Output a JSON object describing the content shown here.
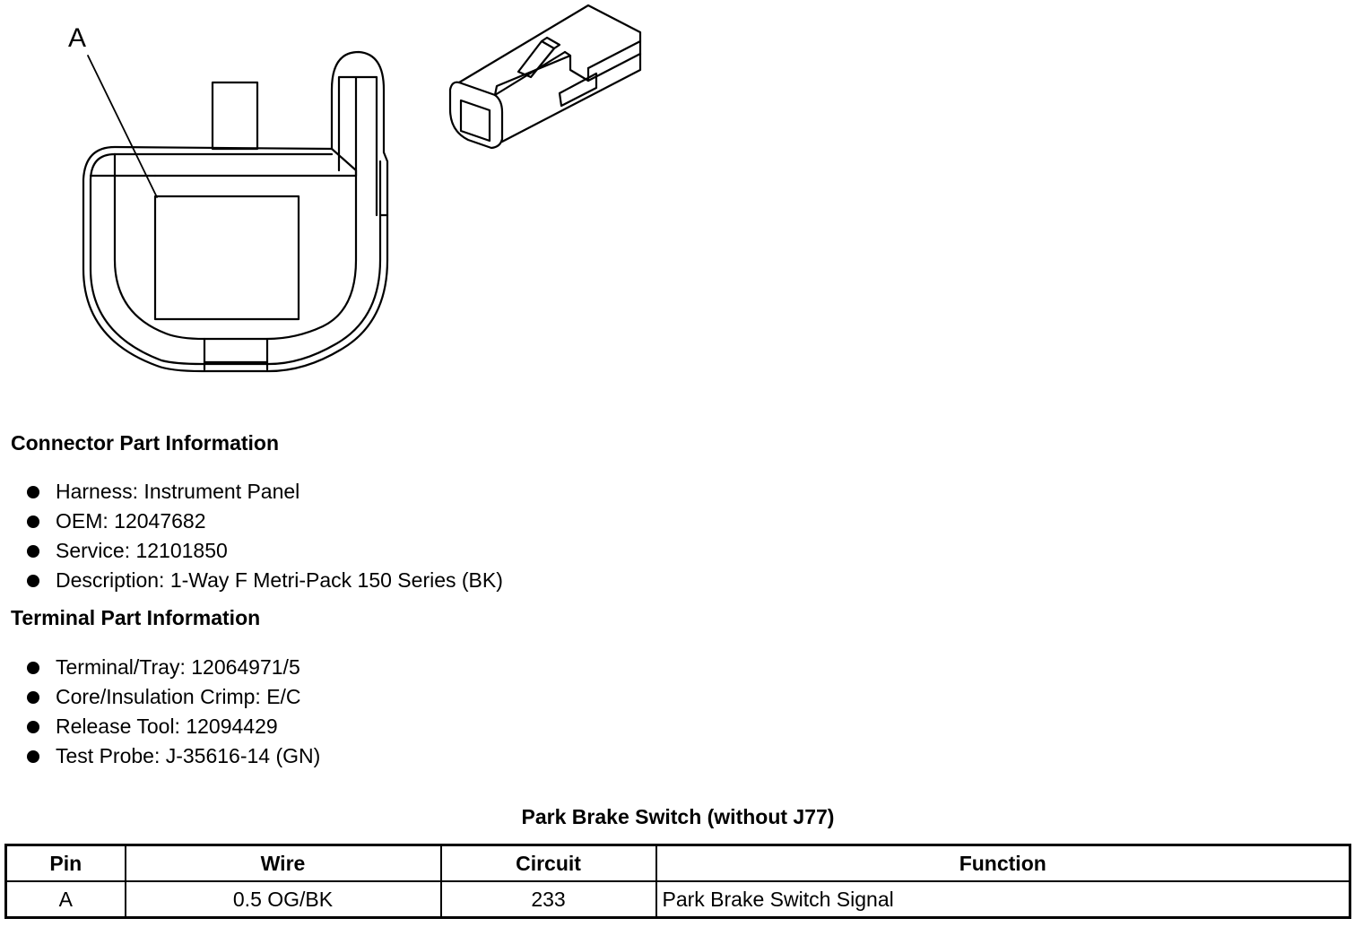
{
  "diagram": {
    "callout_label": "A"
  },
  "connector_info": {
    "title": "Connector Part Information",
    "items": [
      "Harness: Instrument Panel",
      "OEM: 12047682",
      "Service: 12101850",
      "Description: 1-Way F Metri-Pack 150 Series (BK)"
    ]
  },
  "terminal_info": {
    "title": "Terminal Part Information",
    "items": [
      "Terminal/Tray: 12064971/5",
      "Core/Insulation Crimp: E/C",
      "Release Tool: 12094429",
      "Test Probe: J-35616-14 (GN)"
    ]
  },
  "pin_table": {
    "title": "Park Brake Switch (without J77)",
    "headers": [
      "Pin",
      "Wire",
      "Circuit",
      "Function"
    ],
    "rows": [
      [
        "A",
        "0.5 OG/BK",
        "233",
        "Park Brake Switch Signal"
      ]
    ]
  }
}
